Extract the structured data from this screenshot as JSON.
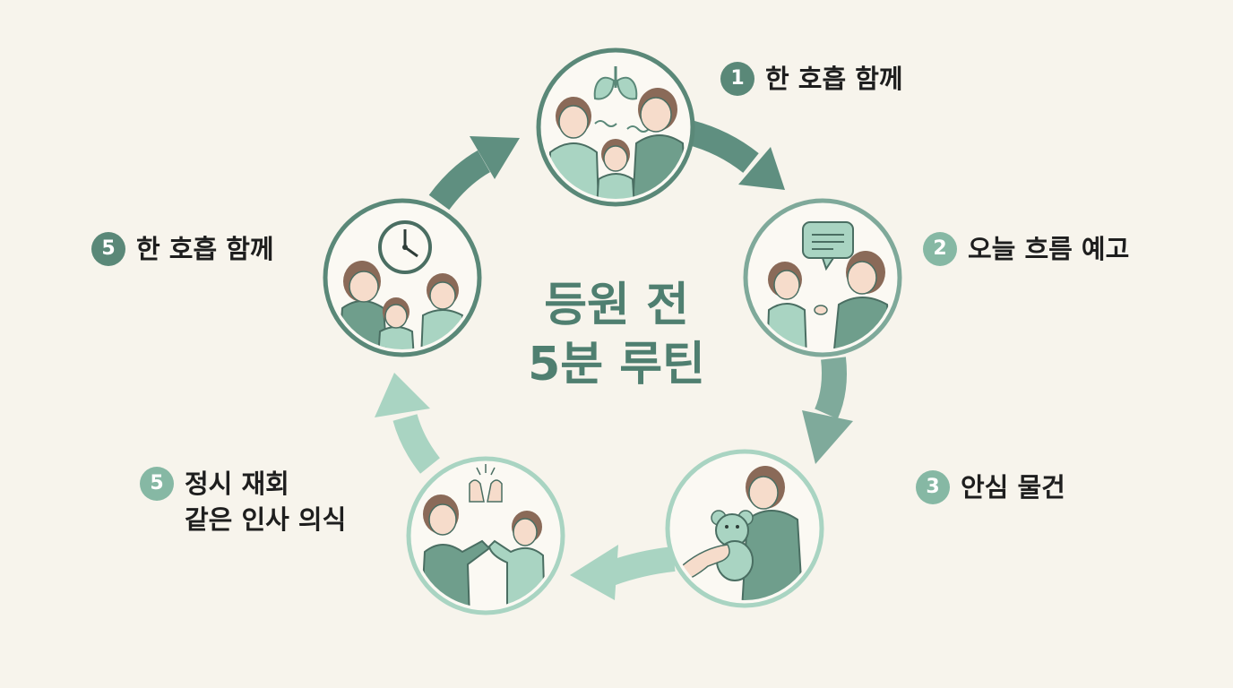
{
  "center_title": {
    "line1": "등원 전",
    "line2": "5분 루틴"
  },
  "steps": [
    {
      "number": "1",
      "label": "한 호흡 함께",
      "icon": "breathing-together-lungs"
    },
    {
      "number": "2",
      "label": "오늘 흐름 예고",
      "icon": "speech-bubble-preview"
    },
    {
      "number": "3",
      "label": "안심 물건",
      "icon": "teddy-bear-comfort-object"
    },
    {
      "number": "5",
      "label": "정시 재회\n같은 인사 의식",
      "icon": "high-five-greeting"
    },
    {
      "number": "5",
      "label": "한 호흡 함께",
      "icon": "clock-family"
    }
  ],
  "colors": {
    "background": "#f7f4ec",
    "accent_dark": "#5a8878",
    "accent_mid": "#7fa99a",
    "accent_light": "#a9d4c2",
    "title": "#4f7f70"
  }
}
